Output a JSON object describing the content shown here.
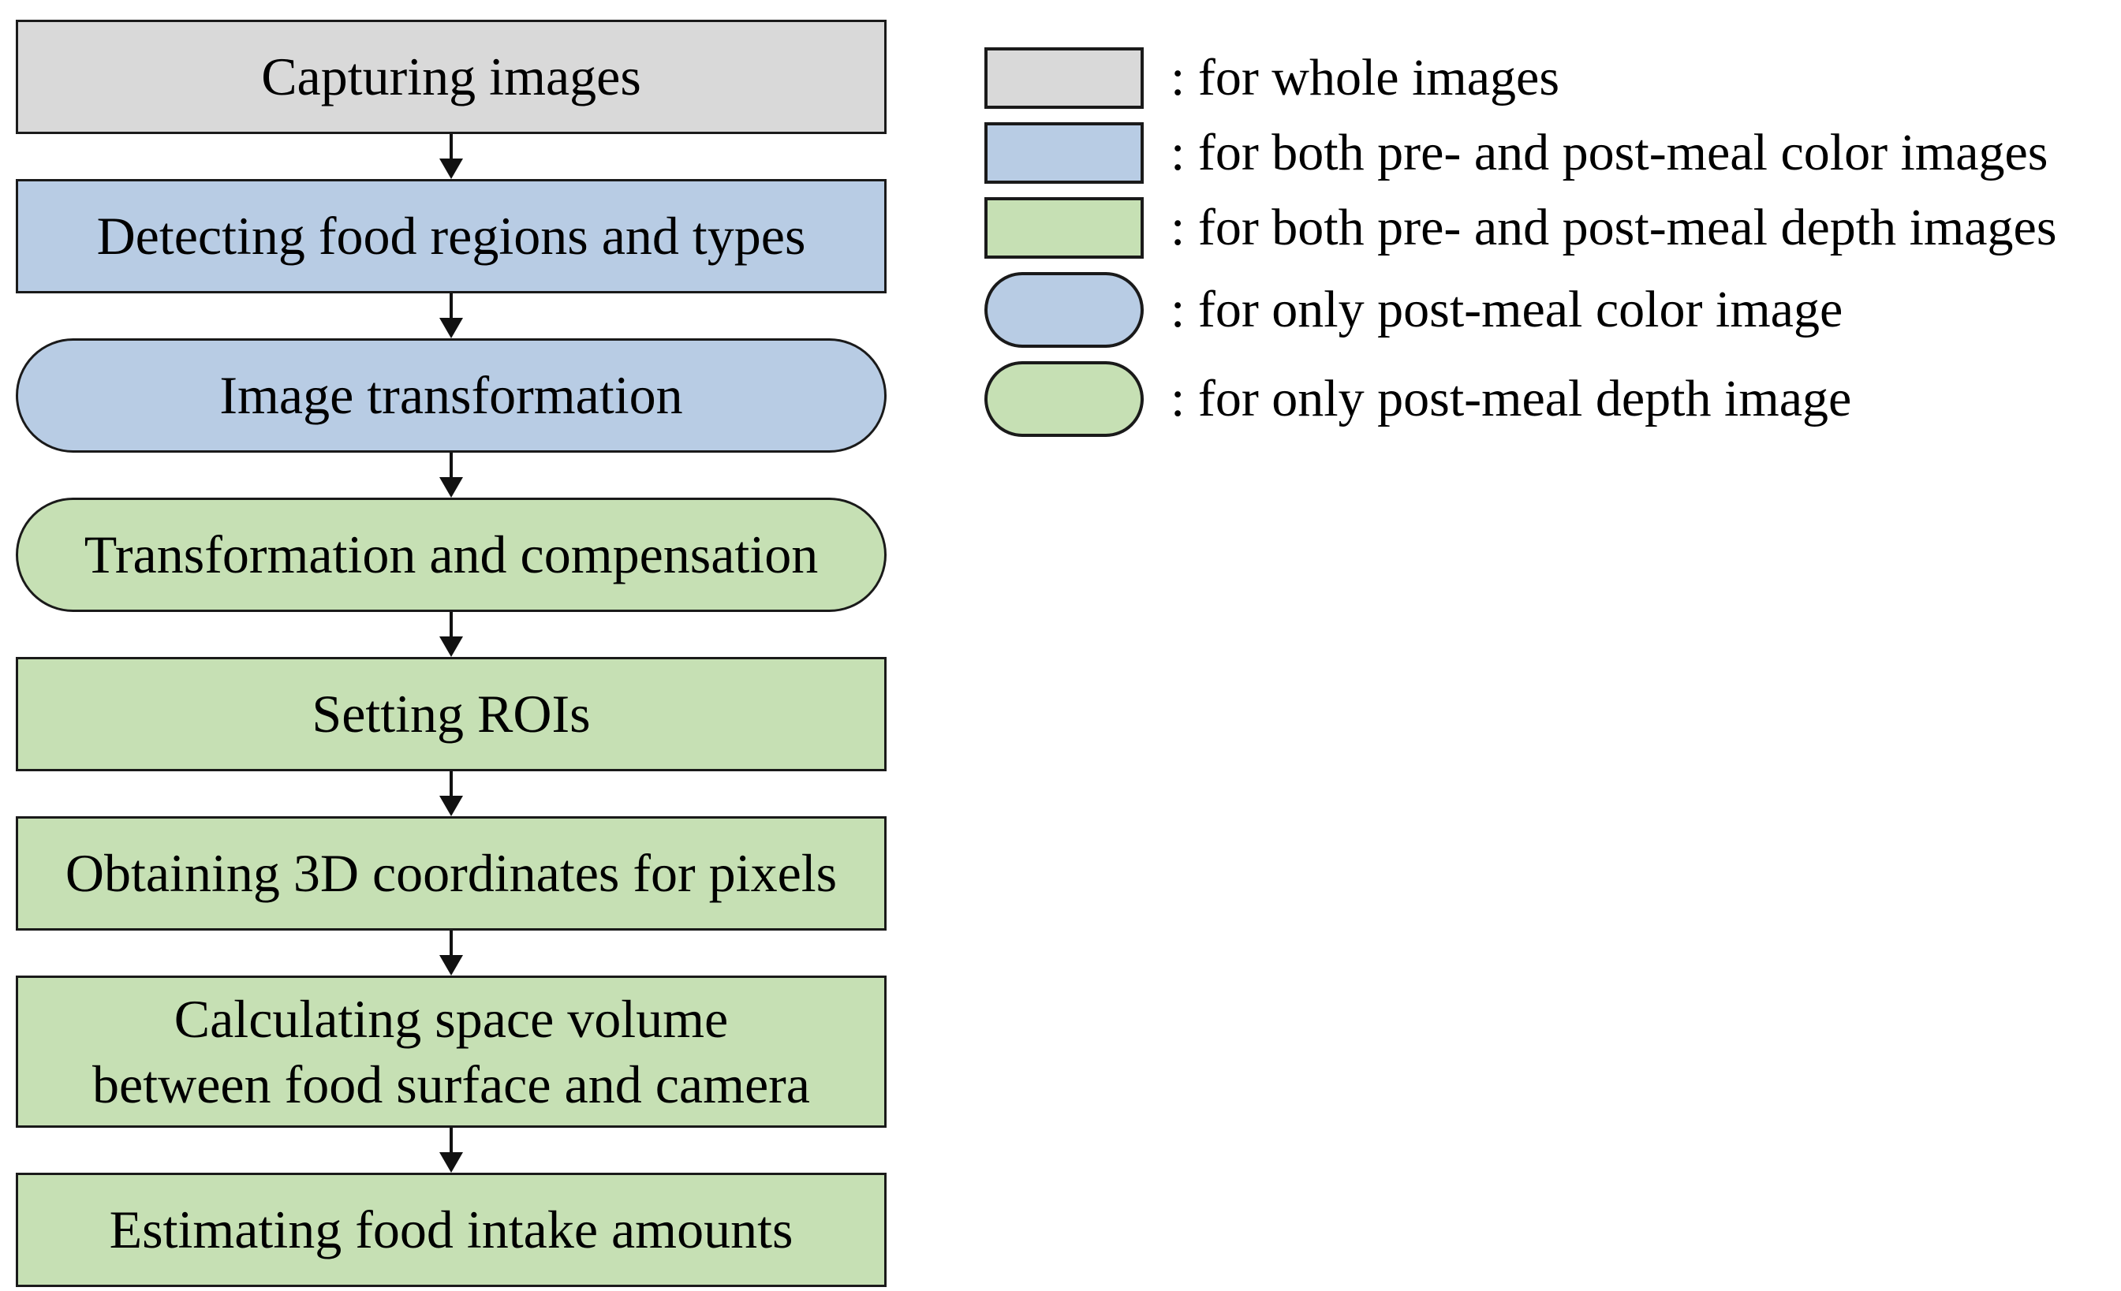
{
  "colors": {
    "gray": "#d9d9d9",
    "blue": "#b8cce4",
    "green": "#c6e0b4",
    "border": "#1a1a1a",
    "text": "#000000"
  },
  "flow": {
    "steps": [
      {
        "label": "Capturing images",
        "shape": "rect",
        "color": "gray"
      },
      {
        "label": "Detecting food regions and types",
        "shape": "rect",
        "color": "blue"
      },
      {
        "label": "Image transformation",
        "shape": "pill",
        "color": "blue"
      },
      {
        "label": "Transformation and compensation",
        "shape": "pill",
        "color": "green"
      },
      {
        "label": "Setting ROIs",
        "shape": "rect",
        "color": "green"
      },
      {
        "label": "Obtaining 3D coordinates for pixels",
        "shape": "rect",
        "color": "green"
      },
      {
        "label": "Calculating space volume\nbetween food surface and camera",
        "shape": "rect",
        "color": "green"
      },
      {
        "label": "Estimating food intake amounts",
        "shape": "rect",
        "color": "green"
      }
    ]
  },
  "legend": {
    "items": [
      {
        "swatch": "gray-rect",
        "label": ": for whole images"
      },
      {
        "swatch": "blue-rect",
        "label": ": for both pre- and post-meal color images"
      },
      {
        "swatch": "green-rect",
        "label": ": for both pre- and post-meal depth images"
      },
      {
        "swatch": "blue-pill",
        "label": ": for only post-meal color image"
      },
      {
        "swatch": "green-pill",
        "label": ": for only post-meal depth image"
      }
    ]
  }
}
